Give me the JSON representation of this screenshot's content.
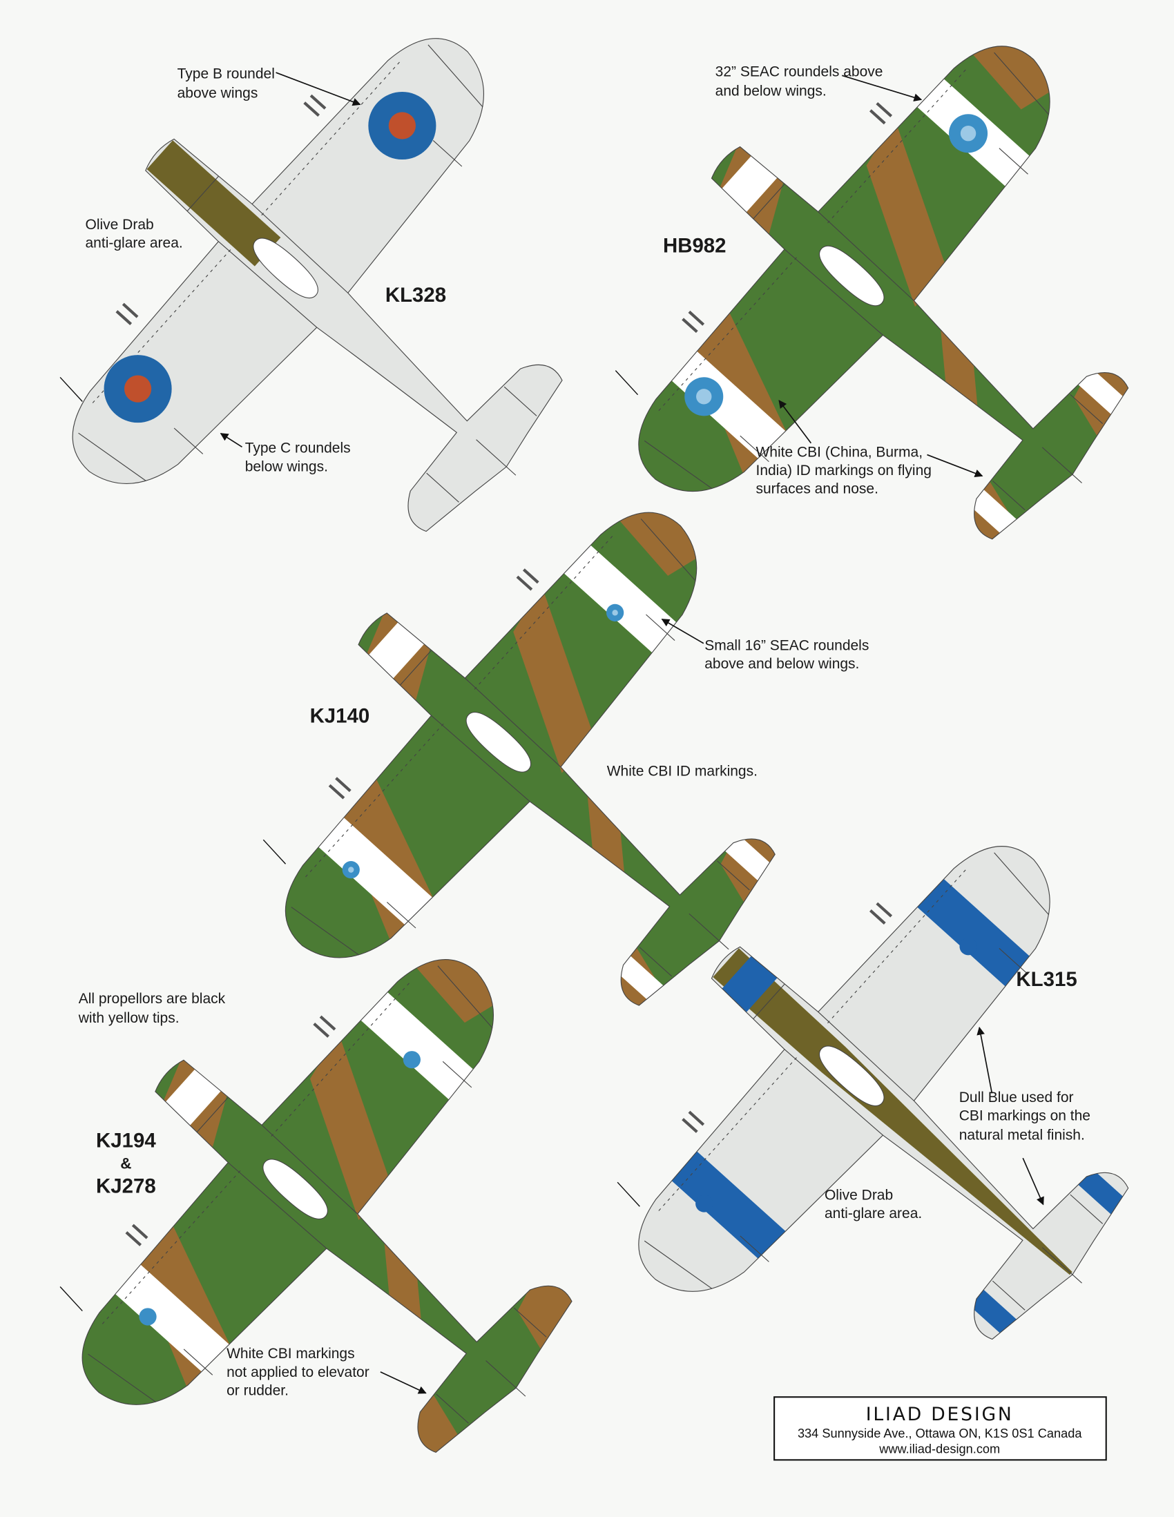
{
  "colors": {
    "paper": "#f7f8f6",
    "metal": "#e3e5e3",
    "green": "#4b7b34",
    "brown": "#9b6c33",
    "olive": "#6e6328",
    "roundel_blue": "#2166a8",
    "roundel_red": "#c0502c",
    "seac_blue": "#3b8fc6",
    "dull_blue": "#1f63ad",
    "white": "#ffffff"
  },
  "aircraft": [
    {
      "serial": "KL328",
      "scheme": "natural-metal"
    },
    {
      "serial": "HB982",
      "scheme": "camouflage"
    },
    {
      "serial": "KJ140",
      "scheme": "camouflage"
    },
    {
      "serial_lines": [
        "KJ194",
        "&",
        "KJ278"
      ],
      "scheme": "camouflage"
    },
    {
      "serial": "KL315",
      "scheme": "natural-metal"
    }
  ],
  "notes": {
    "type_b": [
      "Type B roundel",
      "above wings"
    ],
    "olive_1": [
      "Olive Drab",
      "anti-glare area."
    ],
    "type_c": [
      "Type C roundels",
      "below wings."
    ],
    "seac32": [
      "32” SEAC roundels above",
      "and below wings."
    ],
    "cbi": [
      "White CBI (China, Burma,",
      "India) ID markings on flying",
      "surfaces and nose."
    ],
    "seac16": [
      "Small 16” SEAC roundels",
      "above and below wings."
    ],
    "cbi_id": "White CBI ID markings.",
    "props": [
      "All propellors are black",
      "with yellow tips."
    ],
    "dull_blue": [
      "Dull Blue used for",
      "CBI markings on the",
      "natural metal finish."
    ],
    "olive_2": [
      "Olive Drab",
      "anti-glare area."
    ],
    "no_cbi": [
      "White CBI markings",
      "not applied to elevator",
      "or rudder."
    ]
  },
  "footer": {
    "brand": "ILIAD DESIGN",
    "address": "334 Sunnyside Ave., Ottawa ON, K1S 0S1  Canada",
    "url": "www.iliad-design.com"
  }
}
